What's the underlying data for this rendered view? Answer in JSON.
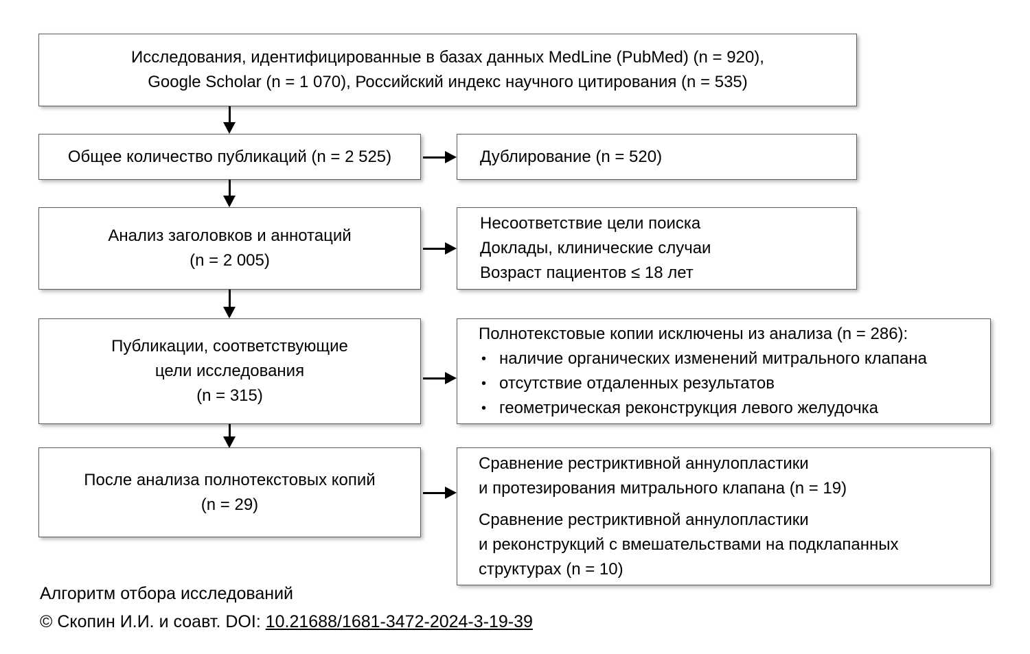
{
  "figure": {
    "title": "Алгоритм отбора исследований",
    "copyright_prefix": "© Скопин И.И. и соавт. DOI: ",
    "doi": "10.21688/1681-3472-2024-3-19-39"
  },
  "nodes": {
    "identification": {
      "line1": "Исследования, идентифицированные в базах данных MedLine (PubMed) (n = 920),",
      "line2": "Google Scholar (n = 1 070), Российский индекс научного цитирования (n = 535)"
    },
    "total_publications": {
      "line1": "Общее количество публикаций (n = 2 525)"
    },
    "duplicates": {
      "line1": "Дублирование (n = 520)"
    },
    "title_abstract_screening": {
      "line1": "Анализ заголовков и аннотаций",
      "line2": "(n = 2 005)"
    },
    "screening_exclusions": {
      "line1": "Несоответствие цели поиска",
      "line2": "Доклады, клинические случаи",
      "line3": "Возраст пациентов ≤ 18 лет"
    },
    "eligible_publications": {
      "line1": "Публикации, соответствующие",
      "line2": "цели исследования",
      "line3": "(n = 315)"
    },
    "fulltext_exclusions": {
      "heading": "Полнотекстовые копии исключены из анализа (n = 286):",
      "bullets": [
        "наличие органических изменений митрального клапана",
        "отсутствие отдаленных результатов",
        "геометрическая реконструкция левого желудочка"
      ]
    },
    "included_studies": {
      "line1": "После анализа полнотекстовых копий",
      "line2": "(n = 29)"
    },
    "comparisons": {
      "group1_line1": "Сравнение рестриктивной аннулопластики",
      "group1_line2": "и протезирования митрального клапана (n = 19)",
      "group2_line1": "Сравнение рестриктивной аннулопластики",
      "group2_line2": "и реконструкций с вмешательствами на подклапанных",
      "group2_line3": "структурах (n = 10)"
    }
  },
  "colors": {
    "box_border": "#5a5a5a",
    "box_fill": "#ffffff",
    "arrow": "#000000",
    "text": "#000000",
    "page_background": "#ffffff"
  }
}
